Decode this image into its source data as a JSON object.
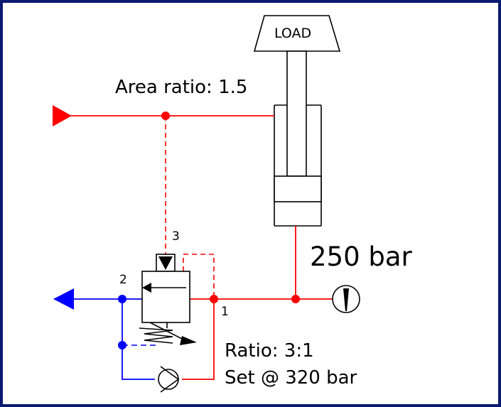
{
  "labels": {
    "load": "LOAD",
    "area_ratio": "Area ratio: 1.5",
    "pressure": "250 bar",
    "pilot_ratio": "Ratio: 3:1",
    "setting": "Set @ 320 bar"
  },
  "ports": {
    "p1": "1",
    "p2": "2",
    "p3": "3"
  },
  "colors": {
    "pressure_line": "#ff0000",
    "return_line": "#0000ff",
    "frame": "#0a1a6e",
    "component": "#000000"
  }
}
